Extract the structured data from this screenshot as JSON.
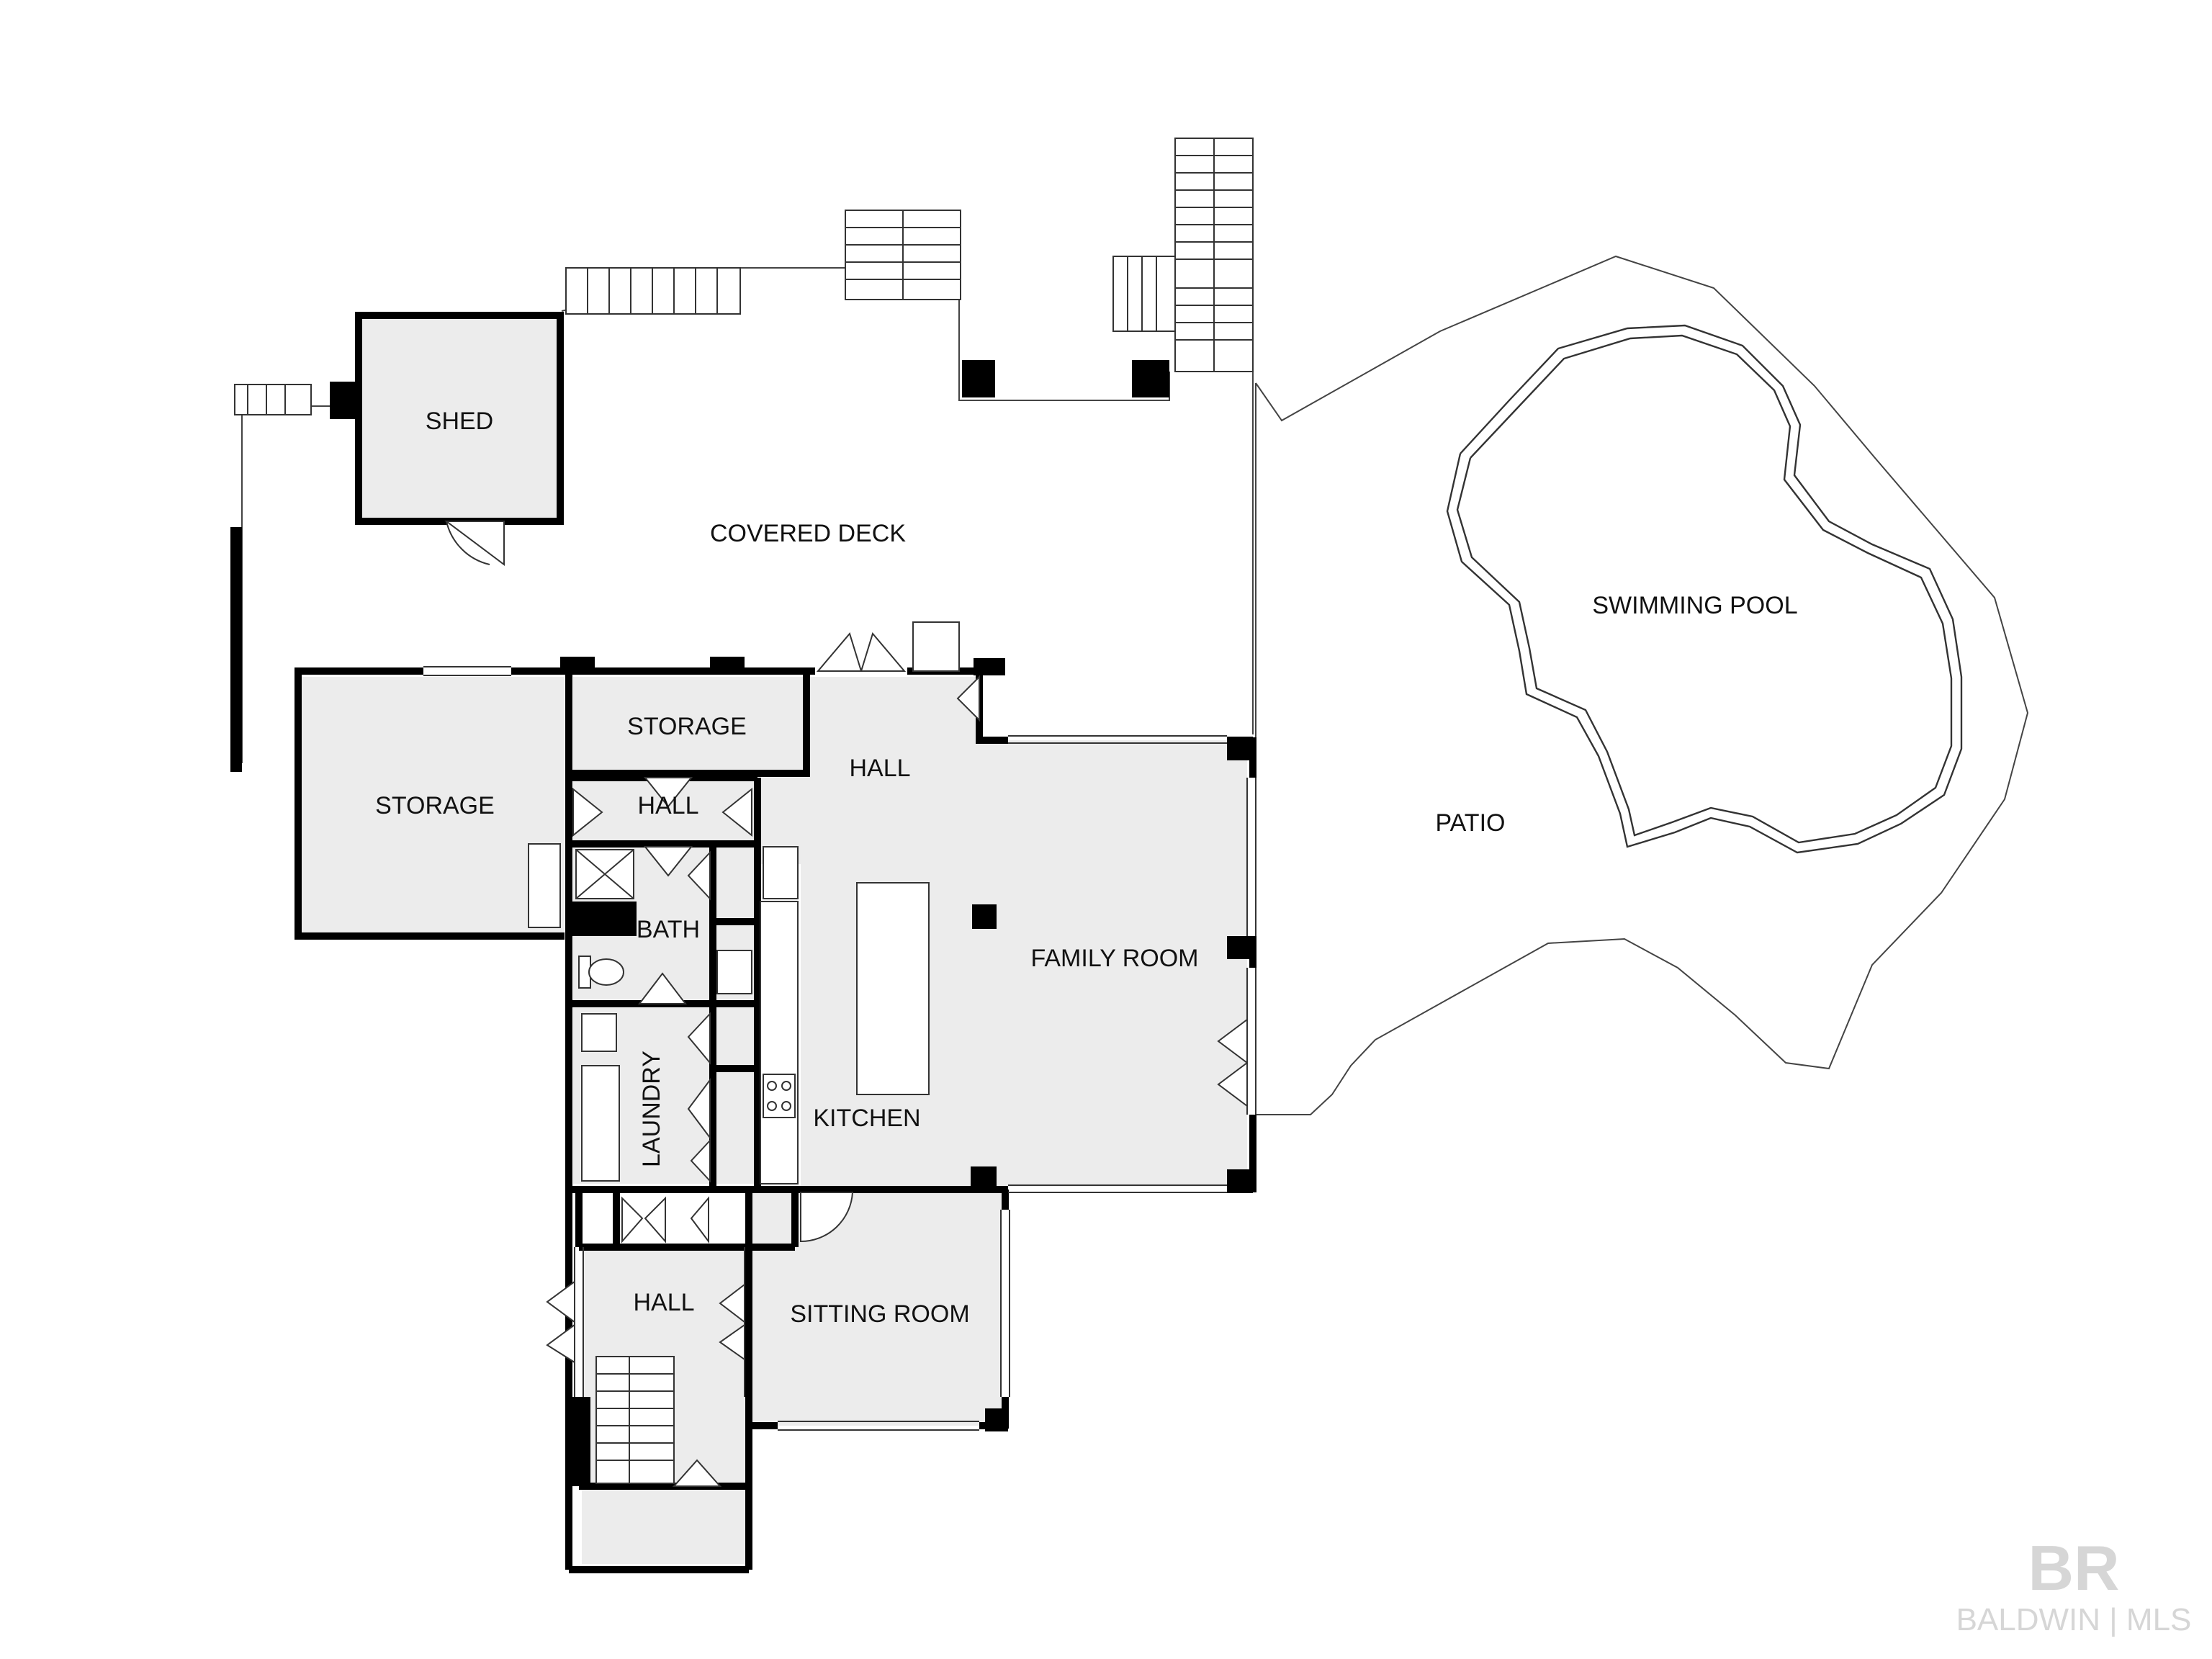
{
  "rooms": {
    "shed": "SHED",
    "covered_deck": "COVERED DECK",
    "swimming_pool": "SWIMMING POOL",
    "storage_top": "STORAGE",
    "storage_left": "STORAGE",
    "hall_upper": "HALL",
    "hall_small": "HALL",
    "bath": "BATH",
    "family_room": "FAMILY ROOM",
    "patio": "PATIO",
    "kitchen": "KITCHEN",
    "laundry": "LAUNDRY",
    "hall_lower": "HALL",
    "sitting_room": "SITTING ROOM"
  },
  "watermark": {
    "monogram": "BR",
    "brand": "BALDWIN | MLS"
  },
  "colors": {
    "wall": "#000000",
    "room_fill": "#ececec",
    "line": "#333333",
    "background": "#ffffff",
    "watermark": "#d6d6d6"
  }
}
